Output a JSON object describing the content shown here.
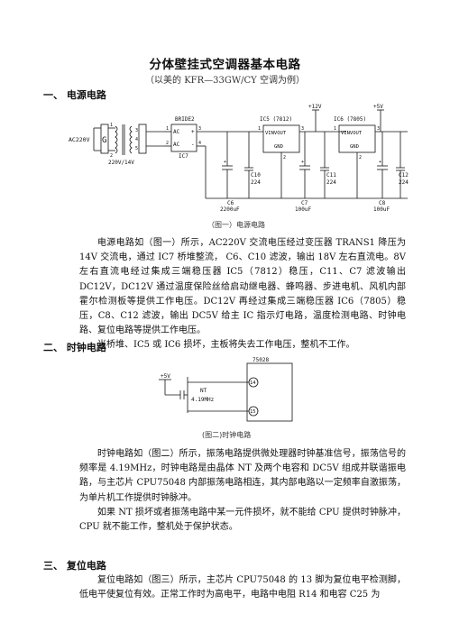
{
  "title": "分体壁挂式空调器基本电路",
  "subtitle": "（以美的 KFR—33GW/CY 空调为例）",
  "section1": {
    "heading": "一、 电源电路"
  },
  "section2": {
    "heading": "二、 时钟电路"
  },
  "section3": {
    "heading": "三、 复位电路"
  },
  "fig1": {
    "caption": "（图一）电源电路",
    "labels": {
      "ac": "AC220V",
      "transformer": "220V/14V",
      "bridge": "BRIDE2",
      "ic7": "IC7",
      "bridge_ac": "AC",
      "bridge_plus": "+",
      "bridge_minus": "-",
      "ic5": "IC5 (7812)",
      "ic6": "IC6 (7805)",
      "vinvout": "VINVOUT",
      "gnd": "GND",
      "p12v": "+12V",
      "p5v": "+5V",
      "c6": "C6",
      "c6v": "2200uF",
      "c7": "C7",
      "c7v": "100uF",
      "c8": "C8",
      "c8v": "100uF",
      "c10": "C10",
      "c10v": "224",
      "c11": "C11",
      "c11v": "224",
      "c12": "C12",
      "c12v": "224",
      "pin1": "1",
      "pin2": "2",
      "pin3": "3",
      "pin4": "4",
      "pin5": "5",
      "plus": "+"
    }
  },
  "para1": [
    "电源电路如（图一）所示，AC220V 交流电压经过变压器 TRANS1 降压为 14V 交流电，通过 IC7 桥堆整流， C6、C10 滤波，输出 18V 左右直流电。8V 左右直流电经过集成三端稳压器 IC5（7812）稳压，C11、C7 滤波输出 DC12V，DC12V 通过温度保险丝给启动继电器、蜂鸣器、步进电机、风机内部霍尔检测板等提供工作电压。DC12V 再经过集成三端稳压器 IC6（7805）稳压，C8、C12 滤波，输出 DC5V 给主 IC 指示灯电路，温度检测电路、时钟电路、复位电路等提供工作电压。",
    "当桥堆、IC5 或 IC6 损坏，主板将失去工作电压，整机不工作。"
  ],
  "fig2": {
    "caption": "(图二)时钟电路",
    "labels": {
      "chip": "75028",
      "p5v": "+5V",
      "nt": "NT",
      "freq": "4.19MHz",
      "pin14": "14",
      "pin15": "15"
    }
  },
  "para2": [
    "时钟电路如（图二）所示，振荡电路提供微处理器时钟基准信号，振荡信号的频率是 4.19MHz，时钟电路是由晶体 NT 及两个电容和 DC5V 组成并联谐振电路，与主芯片 CPU75048 内部振荡电路相连，其内部电路以一定频率自激振荡，为单片机工作提供时钟脉冲。",
    "如果 NT 损坏或者振荡电路中某一元件损坏，就不能给 CPU 提供时钟脉冲，CPU 就不能工作，整机处于保护状态。"
  ],
  "para3": [
    "复位电路如（图三）所示，主芯片 CPU75048 的 13 脚为复位电平检测脚，低电平使复位有效。正常工作时为高电平，电路中电阻 R14 和电容 C25 为"
  ]
}
